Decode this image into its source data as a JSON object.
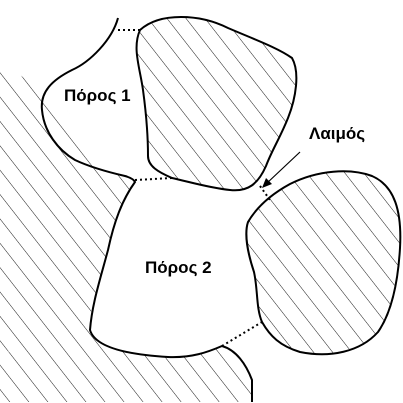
{
  "labels": {
    "pore1": "Πόρος 1",
    "pore2": "Πόρος 2",
    "throat": "Λαιμός"
  },
  "colors": {
    "stroke": "#000000",
    "background": "#ffffff"
  }
}
